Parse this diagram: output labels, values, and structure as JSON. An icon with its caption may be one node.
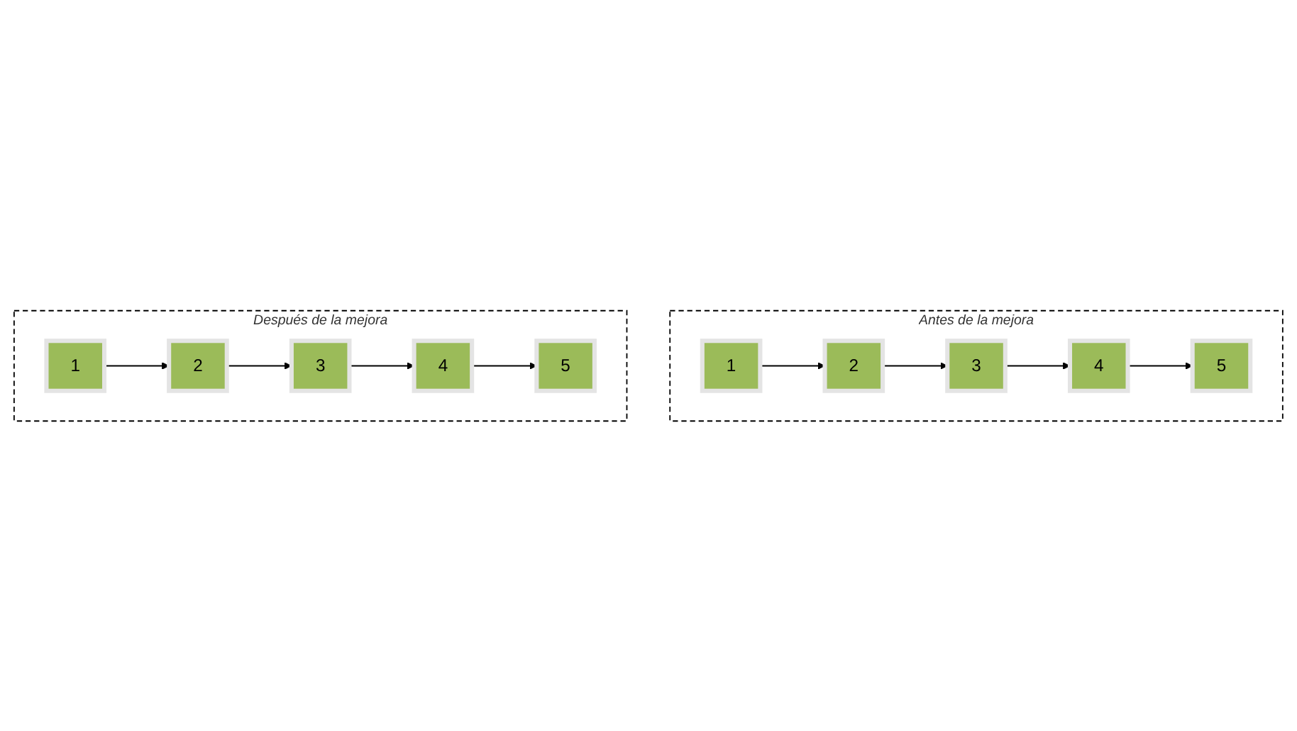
{
  "diagram": {
    "nodes": [
      {
        "text": [
          "Antes de la mejora"
        ]
      },
      {
        "text": [
          "1"
        ],
        "in": 0
      },
      {
        "text": [
          "2"
        ],
        "in": 0
      },
      {
        "text": [
          "3"
        ],
        "in": 0
      },
      {
        "text": [
          "4"
        ],
        "in": 0
      },
      {
        "text": [
          "5"
        ],
        "in": 0
      },
      {
        "text": [
          "Después de la mejora"
        ]
      },
      {
        "text": [
          "1"
        ],
        "in": 6
      },
      {
        "text": [
          "2"
        ],
        "in": 6
      },
      {
        "text": [
          "3"
        ],
        "in": 6
      },
      {
        "text": [
          "4"
        ],
        "in": 6
      },
      {
        "text": [
          "5"
        ],
        "in": 6
      }
    ],
    "edges": [
      {
        "from": 1,
        "to": 2,
        "arrow": "to"
      },
      {
        "from": 2,
        "to": 3,
        "arrow": "to"
      },
      {
        "from": 3,
        "to": 4,
        "arrow": "to"
      },
      {
        "from": 4,
        "to": 5,
        "arrow": "to"
      },
      {
        "from": 7,
        "to": 8,
        "arrow": "to"
      },
      {
        "from": 8,
        "to": 9,
        "arrow": "to"
      },
      {
        "from": 9,
        "to": 10,
        "arrow": "to"
      },
      {
        "from": 10,
        "to": 11,
        "arrow": "to"
      }
    ]
  }
}
